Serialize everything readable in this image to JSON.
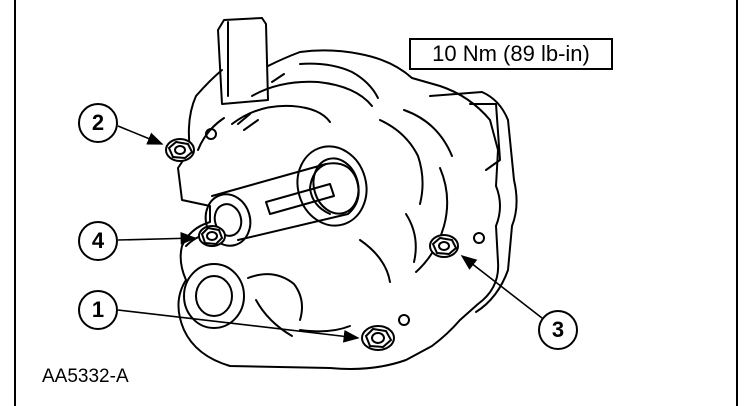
{
  "torque_spec": "10 Nm (89 lb-in)",
  "figure_id": "AA5332-A",
  "callouts": [
    "2",
    "4",
    "1",
    "3"
  ],
  "colors": {
    "line": "#000000",
    "background": "#ffffff"
  }
}
